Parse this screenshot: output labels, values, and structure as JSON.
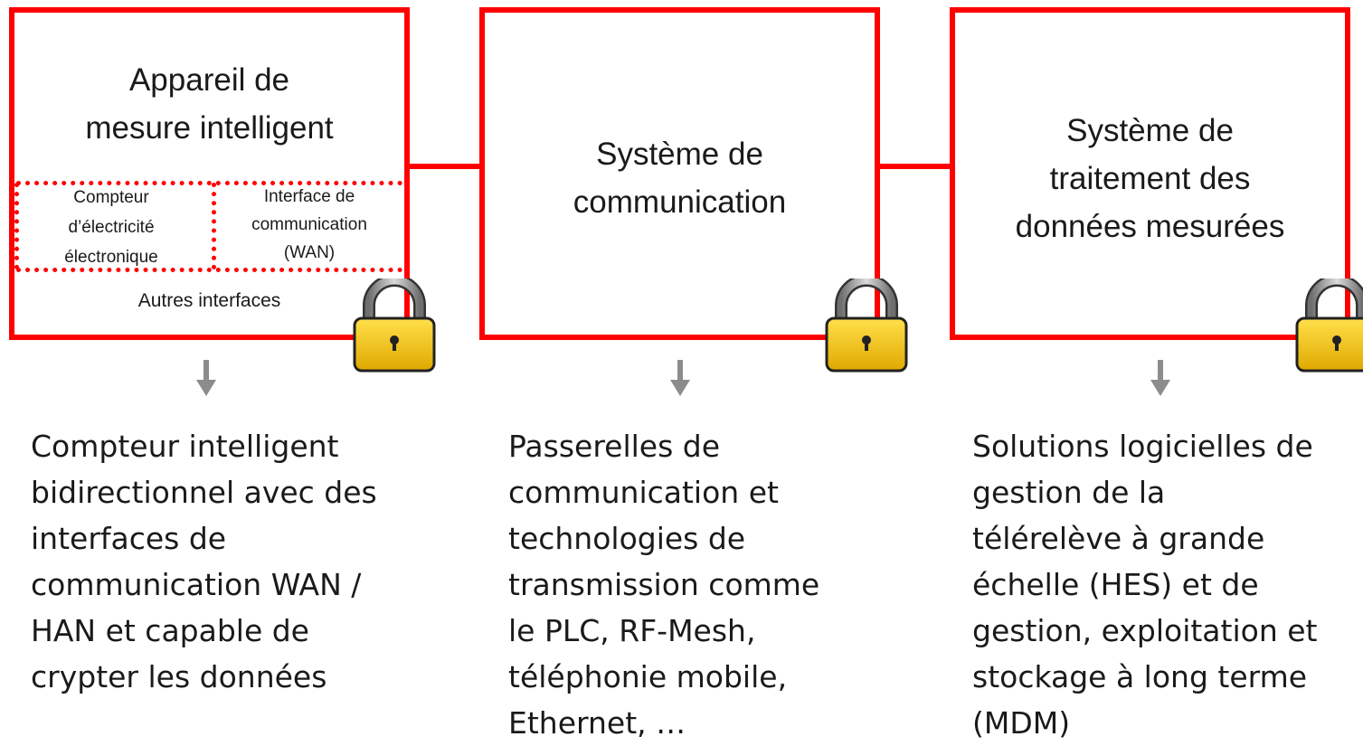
{
  "boxes": {
    "meter": {
      "title": "Appareil de\nmesure intelligent",
      "cell_left": "Compteur\nd’électricité\nélectronique",
      "cell_right": "Interface de\ncommunication\n(WAN)",
      "bottom": "Autres interfaces"
    },
    "communication": {
      "title": "Système de\ncommunication"
    },
    "processing": {
      "title": "Système de\ntraitement des\ndonnées mesurées"
    }
  },
  "descriptions": {
    "meter": "Compteur intelligent\nbidirectionnel avec des\ninterfaces de\ncommunication WAN /\nHAN et capable de\ncrypter les données",
    "communication": "Passerelles de\ncommunication et\ntechnologies de\ntransmission comme\nle PLC, RF-Mesh,\ntéléphonie mobile,\nEthernet, …",
    "processing": "Solutions logicielles de\ngestion de la\ntélérelève à grande\néchelle (HES) et de\ngestion, exploitation et\nstockage à long terme\n(MDM)"
  },
  "colors": {
    "accent": "#ff0000",
    "arrow": "#8c8c8c",
    "lock_body": "#f2c200",
    "lock_shackle": "#9a9a9a"
  },
  "icons": [
    "padlock-icon",
    "down-arrow-icon"
  ]
}
